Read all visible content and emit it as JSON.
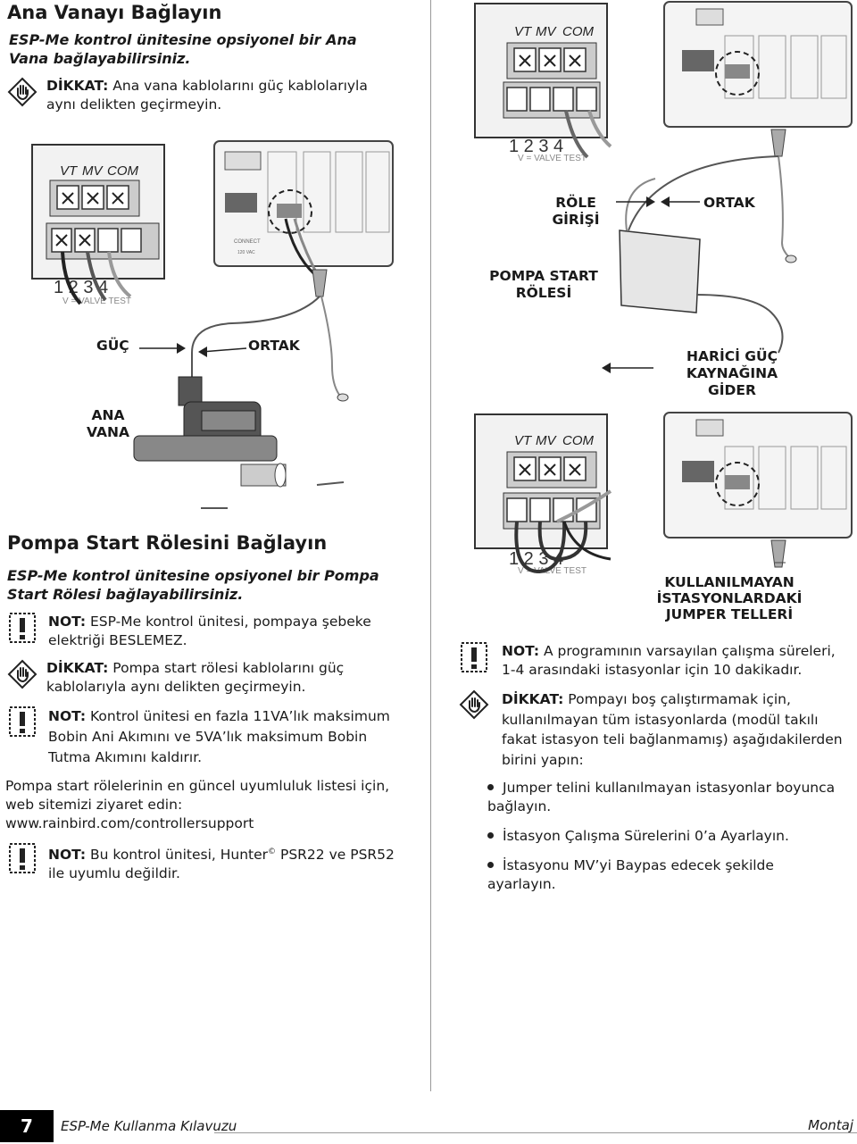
{
  "section1": {
    "title": "Ana Vanayı Bağlayın",
    "lead": "ESP-Me kontrol ünitesine opsiyonel bir Ana Vana bağlayabilirsiniz.",
    "caution_label": "DİKKAT:",
    "caution_text": " Ana vana kablolarını güç kablolarıyla aynı delikten geçirmeyin."
  },
  "diagram1": {
    "terminal_labels": [
      "VT",
      "MV",
      "COM"
    ],
    "station_numbers": "1 2 3 4",
    "valve_test": "V = VALVE TEST",
    "connect": "CONNECT",
    "vac": "120 VAC",
    "label_guc": "GÜÇ",
    "label_ortak": "ORTAK",
    "label_ana_vana_1": "ANA",
    "label_ana_vana_2": "VANA"
  },
  "diagram2": {
    "terminal_labels": [
      "VT",
      "MV",
      "COM"
    ],
    "station_numbers": "1 2 3 4",
    "valve_test": "V = VALVE TEST",
    "label_role_1": "RÖLE",
    "label_role_2": "GİRİŞİ",
    "label_ortak": "ORTAK",
    "label_pump_1": "POMPA START",
    "label_pump_2": "RÖLESİ",
    "label_ext_1": "HARİCİ GÜÇ",
    "label_ext_2": "KAYNAĞINA GİDER"
  },
  "diagram3": {
    "terminal_labels": [
      "VT",
      "MV",
      "COM"
    ],
    "station_numbers": "1 2 3 4",
    "valve_test": "V = VALVE TEST",
    "label_jumper_1": "KULLANILMAYAN",
    "label_jumper_2": "İSTASYONLARDAKİ",
    "label_jumper_3": "JUMPER TELLERİ"
  },
  "section2": {
    "title": "Pompa Start Rölesini Bağlayın",
    "lead": "ESP-Me kontrol ünitesine opsiyonel bir Pompa Start Rölesi bağlayabilirsiniz.",
    "note1_label": "NOT:",
    "note1_text": " ESP-Me kontrol ünitesi, pompaya şebeke elektriği BESLEMEZ.",
    "caution_label": "DİKKAT:",
    "caution_text": " Pompa start rölesi kablolarını güç kablolarıyla aynı delikten geçirmeyin.",
    "note2_label": "NOT:",
    "note2_text": " Kontrol ünitesi en fazla 11VA’lık maksimum Bobin Ani Akımını ve 5VA’lık maksimum Bobin Tutma Akımını kaldırır.",
    "para": "Pompa start rölelerinin en güncel uyumluluk listesi için, web sitemizi ziyaret edin: www.rainbird.com/controllersupport",
    "note3_label": "NOT:",
    "note3_text_a": " Bu kontrol ünitesi, Hunter",
    "note3_sup": "©",
    "note3_text_b": " PSR22 ve PSR52 ile uyumlu değildir."
  },
  "right": {
    "note_label": "NOT:",
    "note_text": " A programının varsayılan çalışma süreleri, 1-4 arasındaki istasyonlar için 10 dakikadır.",
    "caution_label": "DİKKAT:",
    "caution_text": " Pompayı boş çalıştırmamak için, kullanılmayan tüm istasyonlarda (modül takılı fakat istasyon teli bağlanmamış) aşağıdakilerden birini yapın:",
    "bullets": [
      "Jumper telini kullanılmayan istasyonlar boyunca bağlayın.",
      "İstasyon Çalışma Sürelerini 0’a Ayarlayın.",
      "İstasyonu MV’yi Baypas edecek şekilde ayarlayın."
    ]
  },
  "footer": {
    "page": "7",
    "manual": "ESP-Me Kullanma Kılavuzu",
    "section": "Montaj"
  }
}
